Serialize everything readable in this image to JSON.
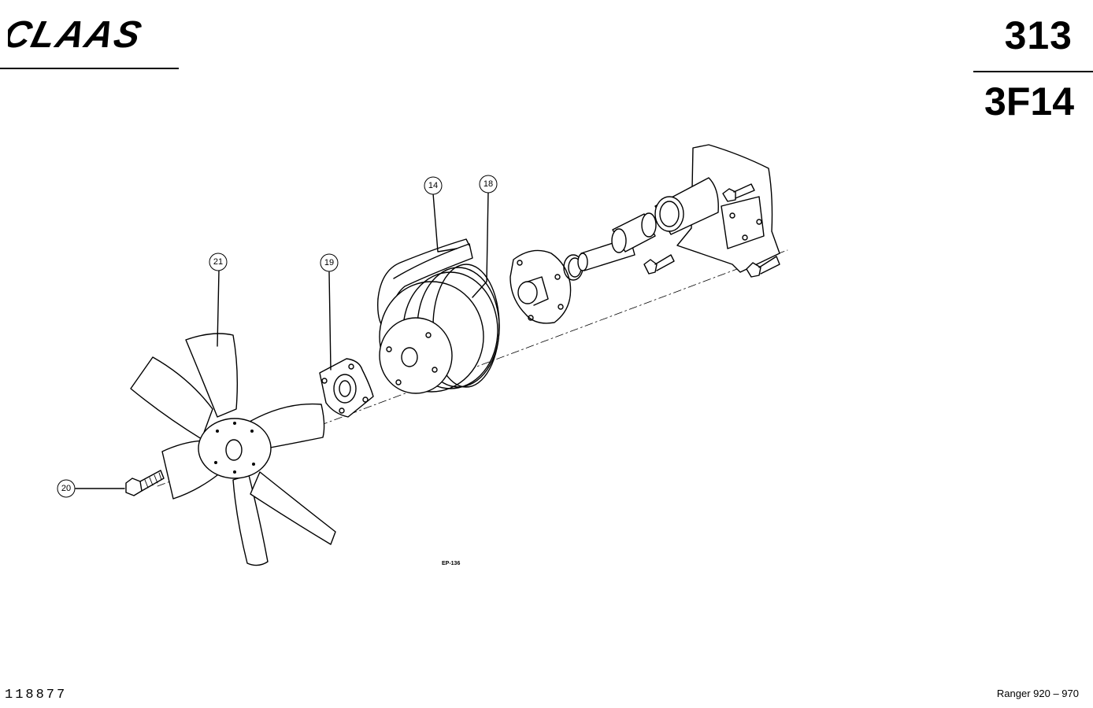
{
  "header": {
    "brand": "CLAAS",
    "page_number": "313",
    "section_code": "3F14"
  },
  "footer": {
    "doc_number": "118877",
    "model_range": "Ranger 920 – 970"
  },
  "diagram": {
    "drawing_ref": "EP-136",
    "callouts": [
      {
        "id": "callout-14",
        "label": "14"
      },
      {
        "id": "callout-18",
        "label": "18"
      },
      {
        "id": "callout-19",
        "label": "19"
      },
      {
        "id": "callout-20",
        "label": "20"
      },
      {
        "id": "callout-21",
        "label": "21"
      }
    ]
  }
}
